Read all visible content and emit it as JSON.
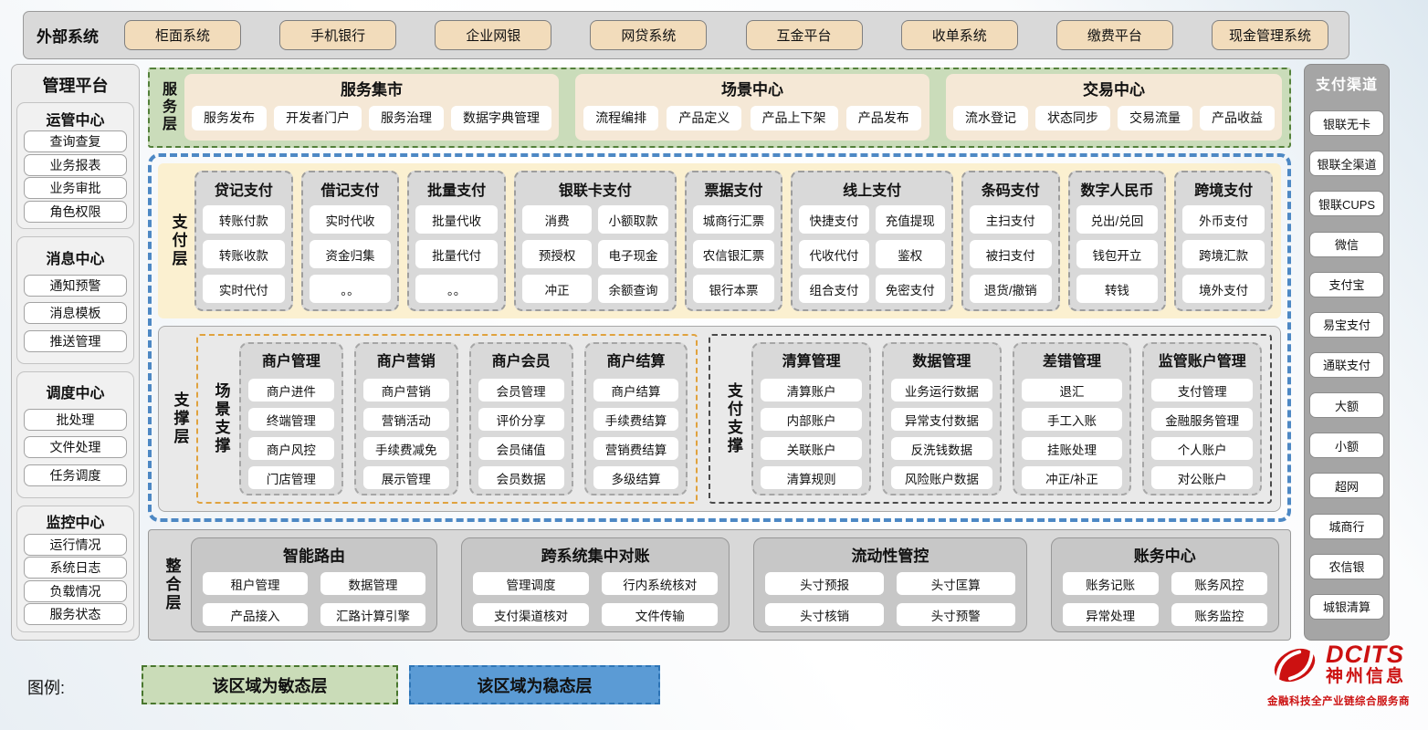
{
  "external_systems": {
    "label": "外部系统",
    "items": [
      "柜面系统",
      "手机银行",
      "企业网银",
      "网贷系统",
      "互金平台",
      "收单系统",
      "缴费平台",
      "现金管理系统"
    ]
  },
  "management_platform": {
    "title": "管理平台",
    "sections": [
      {
        "title": "运管中心",
        "items": [
          "查询查复",
          "业务报表",
          "业务审批",
          "角色权限"
        ]
      },
      {
        "title": "消息中心",
        "items": [
          "通知预警",
          "消息模板",
          "推送管理"
        ]
      },
      {
        "title": "调度中心",
        "items": [
          "批处理",
          "文件处理",
          "任务调度"
        ]
      },
      {
        "title": "监控中心",
        "items": [
          "运行情况",
          "系统日志",
          "负载情况",
          "服务状态"
        ]
      }
    ]
  },
  "service_layer": {
    "label": "服务层",
    "groups": [
      {
        "title": "服务集市",
        "items": [
          "服务发布",
          "开发者门户",
          "服务治理",
          "数据字典管理"
        ]
      },
      {
        "title": "场景中心",
        "items": [
          "流程编排",
          "产品定义",
          "产品上下架",
          "产品发布"
        ]
      },
      {
        "title": "交易中心",
        "items": [
          "流水登记",
          "状态同步",
          "交易流量",
          "产品收益"
        ]
      }
    ]
  },
  "payment_layer": {
    "label": "支付层",
    "columns": [
      {
        "title": "贷记支付",
        "cols": 1,
        "items": [
          "转账付款",
          "转账收款",
          "实时代付"
        ]
      },
      {
        "title": "借记支付",
        "cols": 1,
        "items": [
          "实时代收",
          "资金归集",
          "。。"
        ]
      },
      {
        "title": "批量支付",
        "cols": 1,
        "items": [
          "批量代收",
          "批量代付",
          "。。"
        ]
      },
      {
        "title": "银联卡支付",
        "cols": 2,
        "items": [
          "消费",
          "小额取款",
          "预授权",
          "电子现金",
          "冲正",
          "余额查询"
        ]
      },
      {
        "title": "票据支付",
        "cols": 1,
        "items": [
          "城商行汇票",
          "农信银汇票",
          "银行本票"
        ]
      },
      {
        "title": "线上支付",
        "cols": 2,
        "items": [
          "快捷支付",
          "充值提现",
          "代收代付",
          "鉴权",
          "组合支付",
          "免密支付"
        ]
      },
      {
        "title": "条码支付",
        "cols": 1,
        "items": [
          "主扫支付",
          "被扫支付",
          "退货/撤销"
        ]
      },
      {
        "title": "数字人民币",
        "cols": 1,
        "items": [
          "兑出/兑回",
          "钱包开立",
          "转钱"
        ]
      },
      {
        "title": "跨境支付",
        "cols": 1,
        "items": [
          "外币支付",
          "跨境汇款",
          "境外支付"
        ]
      }
    ]
  },
  "support_layer": {
    "label": "支撑层",
    "groups": [
      {
        "label": "场景支撑",
        "style": "orange",
        "columns": [
          {
            "title": "商户管理",
            "items": [
              "商户进件",
              "终端管理",
              "商户风控",
              "门店管理"
            ]
          },
          {
            "title": "商户营销",
            "items": [
              "商户营销",
              "营销活动",
              "手续费减免",
              "展示管理"
            ]
          },
          {
            "title": "商户会员",
            "items": [
              "会员管理",
              "评价分享",
              "会员储值",
              "会员数据"
            ]
          },
          {
            "title": "商户结算",
            "items": [
              "商户结算",
              "手续费结算",
              "营销费结算",
              "多级结算"
            ]
          }
        ]
      },
      {
        "label": "支付支撑",
        "style": "dark",
        "columns": [
          {
            "title": "清算管理",
            "items": [
              "清算账户",
              "内部账户",
              "关联账户",
              "清算规则"
            ]
          },
          {
            "title": "数据管理",
            "items": [
              "业务运行数据",
              "异常支付数据",
              "反洗钱数据",
              "风险账户数据"
            ]
          },
          {
            "title": "差错管理",
            "items": [
              "退汇",
              "手工入账",
              "挂账处理",
              "冲正/补正"
            ]
          },
          {
            "title": "监管账户管理",
            "items": [
              "支付管理",
              "金融服务管理",
              "个人账户",
              "对公账户"
            ]
          }
        ]
      }
    ]
  },
  "integration_layer": {
    "label": "整合层",
    "sections": [
      {
        "title": "智能路由",
        "items": [
          "租户管理",
          "数据管理",
          "产品接入",
          "汇路计算引擎"
        ]
      },
      {
        "title": "跨系统集中对账",
        "items": [
          "管理调度",
          "行内系统核对",
          "支付渠道核对",
          "文件传输"
        ]
      },
      {
        "title": "流动性管控",
        "items": [
          "头寸预报",
          "头寸匡算",
          "头寸核销",
          "头寸预警"
        ]
      },
      {
        "title": "账务中心",
        "items": [
          "账务记账",
          "账务风控",
          "异常处理",
          "账务监控"
        ]
      }
    ]
  },
  "payment_channels": {
    "title": "支付渠道",
    "items": [
      "银联无卡",
      "银联全渠道",
      "银联CUPS",
      "微信",
      "支付宝",
      "易宝支付",
      "通联支付",
      "大额",
      "小额",
      "超网",
      "城商行",
      "农信银",
      "城银清算"
    ]
  },
  "legend": {
    "label": "图例:",
    "items": [
      {
        "text": "该区域为敏态层",
        "type": "agile-green"
      },
      {
        "text": "该区域为稳态层",
        "type": "stable-blue"
      }
    ]
  },
  "logo": {
    "brand": "DCITS",
    "company": "神州信息",
    "tagline": "金融科技全产业链综合服务商"
  },
  "colors": {
    "agile_green_bg": "#cadcba",
    "agile_green_border": "#54813b",
    "stable_blue_border": "#4d88c4",
    "stable_blue_legend": "#5b9bd5",
    "external_button_tan": "#f2dcbb",
    "payment_layer_cream": "#fbf0d0",
    "column_gray": "#d9d9d9",
    "scene_support_orange": "#e0a23e",
    "brand_red": "#cc1111"
  }
}
